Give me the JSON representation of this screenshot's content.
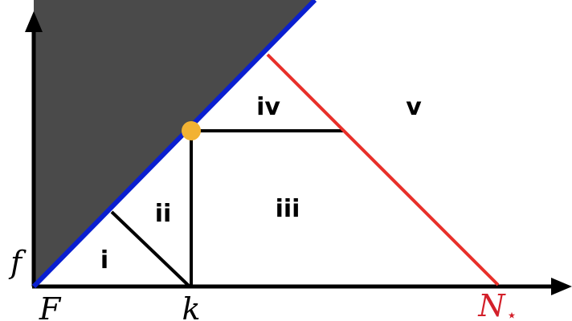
{
  "labels": {
    "y_axis": "f",
    "origin": "F",
    "mid": "k",
    "end": "N",
    "end_sub": "⋆"
  },
  "regions": {
    "i": "i",
    "ii": "ii",
    "iii": "iii",
    "iv": "iv",
    "v": "v"
  },
  "colors": {
    "shaded": "#4a4a4a",
    "diagonal": "#0a1fd0",
    "red_line": "#e8302a",
    "point": "#f2b233",
    "axes": "#000000",
    "end_label": "#d3202a"
  }
}
